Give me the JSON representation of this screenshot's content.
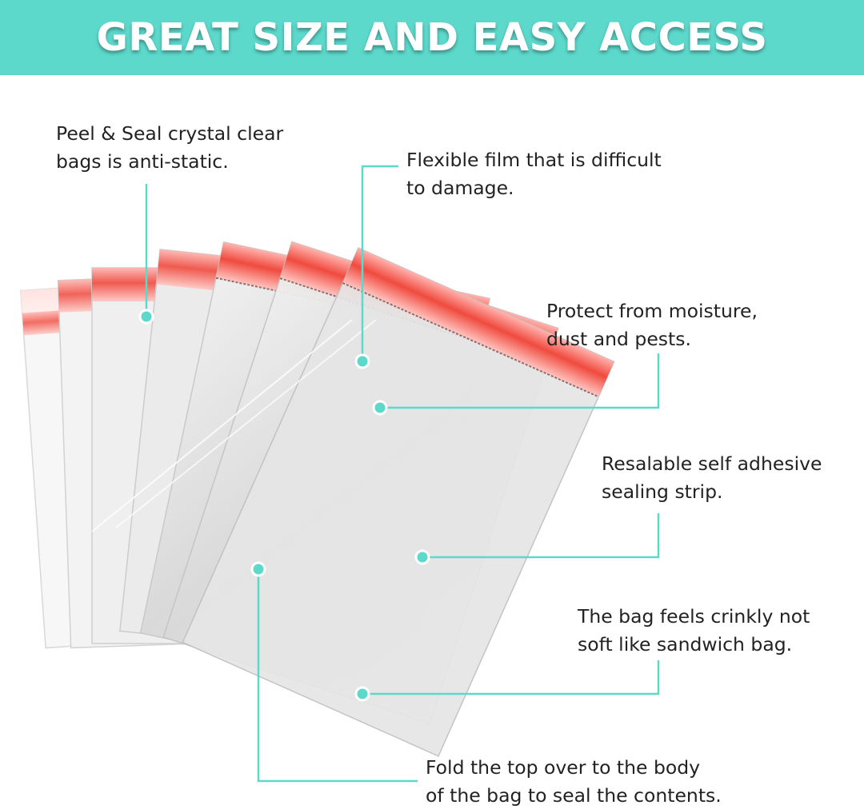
{
  "banner": {
    "title": "GREAT SIZE AND EASY ACCESS"
  },
  "colors": {
    "banner_bg": "#5dd9cc",
    "accent": "#5dd9cc",
    "seal_strip": "#f04a3e",
    "text": "#222222"
  },
  "callouts": [
    {
      "line1": "Peel & Seal crystal clear",
      "line2": "bags is anti-static."
    },
    {
      "line1": "Flexible film that is difficult",
      "line2": "to damage."
    },
    {
      "line1": "Protect from moisture,",
      "line2": "dust and pests."
    },
    {
      "line1": "Resalable self adhesive",
      "line2": "sealing strip."
    },
    {
      "line1": "The bag feels crinkly not",
      "line2": "soft like sandwich bag."
    },
    {
      "line1": "Fold the top over to the body",
      "line2": "of the bag to seal the contents."
    }
  ]
}
